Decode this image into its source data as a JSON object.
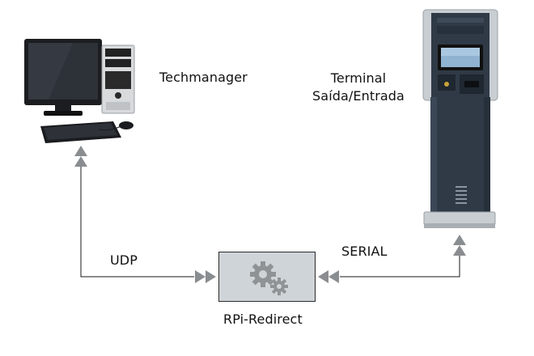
{
  "nodes": {
    "techmanager": {
      "label": "Techmanager"
    },
    "terminal": {
      "label_line1": "Terminal",
      "label_line2": "Saída/Entrada"
    },
    "rpi": {
      "label": "RPi-Redirect"
    }
  },
  "edges": {
    "udp": {
      "label": "UDP"
    },
    "serial": {
      "label": "SERIAL"
    }
  },
  "colors": {
    "line": "#1a1a1a",
    "arrow": "#8a8d90",
    "box_fill": "#cfd4d8",
    "gear": "#8f9396",
    "kiosk_body": "#2f3a46",
    "kiosk_silver": "#c9ced3"
  }
}
